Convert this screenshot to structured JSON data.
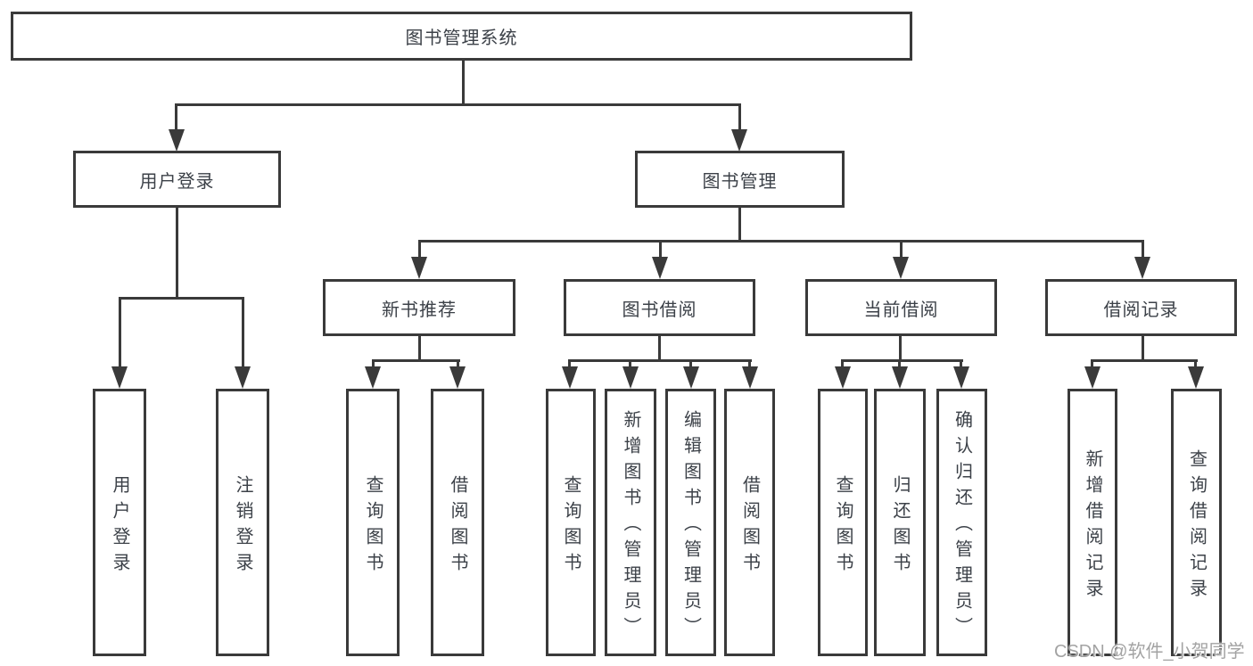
{
  "diagram": {
    "root": {
      "label": "图书管理系统"
    },
    "level2": [
      {
        "label": "用户登录"
      },
      {
        "label": "图书管理"
      }
    ],
    "level3": [
      {
        "label": "新书推荐"
      },
      {
        "label": "图书借阅"
      },
      {
        "label": "当前借阅"
      },
      {
        "label": "借阅记录"
      }
    ],
    "leaves": {
      "user_login": [
        {
          "label": "用户登录"
        },
        {
          "label": "注销登录"
        }
      ],
      "new_book": [
        {
          "label": "查询图书"
        },
        {
          "label": "借阅图书"
        }
      ],
      "book_borrow": [
        {
          "label": "查询图书"
        },
        {
          "label": "新增图书（管理员）"
        },
        {
          "label": "编辑图书（管理员）"
        },
        {
          "label": "借阅图书"
        }
      ],
      "current_borrow": [
        {
          "label": "查询图书"
        },
        {
          "label": "归还图书"
        },
        {
          "label": "确认归还（管理员）"
        }
      ],
      "borrow_records": [
        {
          "label": "新增借阅记录"
        },
        {
          "label": "查询借阅记录"
        }
      ]
    }
  },
  "watermark": {
    "text": "CSDN @软件_小贺同学"
  },
  "colors": {
    "line": "#3a3a3a",
    "text": "#3c4148",
    "watermark": "#a3a3a3",
    "background": "#ffffff"
  }
}
